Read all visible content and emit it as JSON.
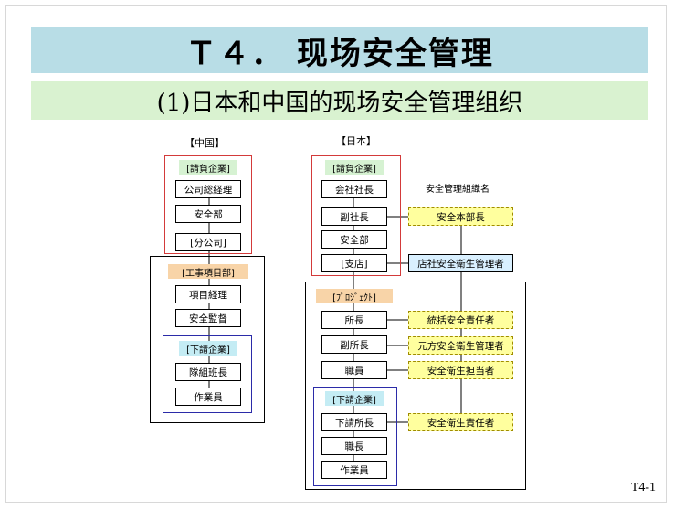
{
  "slide": {
    "title": "Ｔ４． 现场安全管理",
    "subtitle": "(1)日本和中国的现场安全管理组织",
    "page_number": "T4-1"
  },
  "china": {
    "label": "【中国】",
    "client": {
      "label": "[請負企業]",
      "items": [
        "公司総経理",
        "安全部",
        "[分公司]"
      ]
    },
    "project": {
      "label": "[工事項目部]",
      "items": [
        "項目経理",
        "安全監督"
      ]
    },
    "sub": {
      "label": "[下請企業]",
      "items": [
        "隊組班長",
        "作業員"
      ]
    }
  },
  "japan": {
    "label": "【日本】",
    "client": {
      "label": "[請負企業]",
      "items": [
        "会社社長",
        "副社長",
        "安全部",
        "[支店]"
      ]
    },
    "project": {
      "label": "[ﾌﾟﾛｼﾞｪｸﾄ]",
      "items": [
        "所長",
        "副所長",
        "職員"
      ]
    },
    "sub": {
      "label": "[下請企業]",
      "items": [
        "下請所長",
        "職長",
        "作業員"
      ]
    }
  },
  "roles": {
    "header": "安全管理組織名",
    "items": [
      "安全本部長",
      "店社安全衛生管理者",
      "統括安全責任者",
      "元方安全衛生管理者",
      "安全衛生担当者",
      "安全衛生責任者"
    ]
  }
}
